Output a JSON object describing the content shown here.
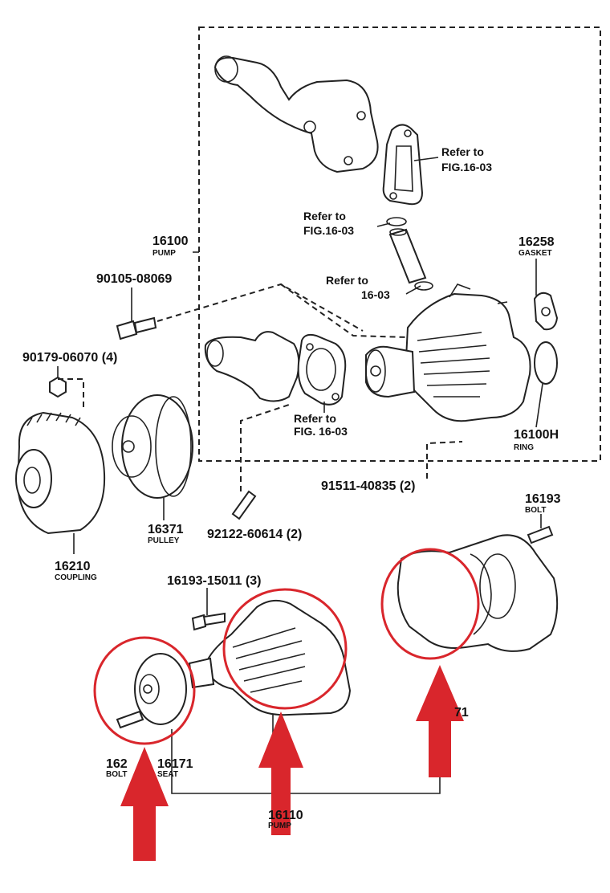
{
  "colors": {
    "highlight": "#d9262c",
    "line": "#222222"
  },
  "labels": {
    "p16100": {
      "num": "16100",
      "sub": "PUMP"
    },
    "p90105": {
      "num": "90105-08069"
    },
    "p90179": {
      "num": "90179-06070 (4)"
    },
    "p16210": {
      "num": "16210",
      "sub": "COUPLING"
    },
    "p16371": {
      "num": "16371",
      "sub": "PULLEY"
    },
    "p92122": {
      "num": "92122-60614 (2)"
    },
    "p91511": {
      "num": "91511-40835 (2)"
    },
    "p16258": {
      "num": "16258",
      "sub": "GASKET"
    },
    "p16100h": {
      "num": "16100H",
      "sub": "RING"
    },
    "p16193": {
      "num": "16193",
      "sub": "BOLT"
    },
    "p16193b": {
      "num": "16193-15011 (3)"
    },
    "p162": {
      "num": "162",
      "sub": "BOLT"
    },
    "p16171": {
      "num": "16171",
      "sub": "SEAT"
    },
    "p16110": {
      "num": "16110",
      "sub": "PUMP"
    },
    "p71": {
      "num": "71"
    }
  },
  "refs": {
    "r1": {
      "line1": "Refer to",
      "line2": "FIG.16-03"
    },
    "r2": {
      "line1": "Refer to",
      "line2": "FIG.16-03"
    },
    "r3": {
      "line1": "Refer to",
      "line2": "16-03"
    },
    "r4": {
      "line1": "Refer to",
      "line2": "FIG. 16-03"
    }
  }
}
